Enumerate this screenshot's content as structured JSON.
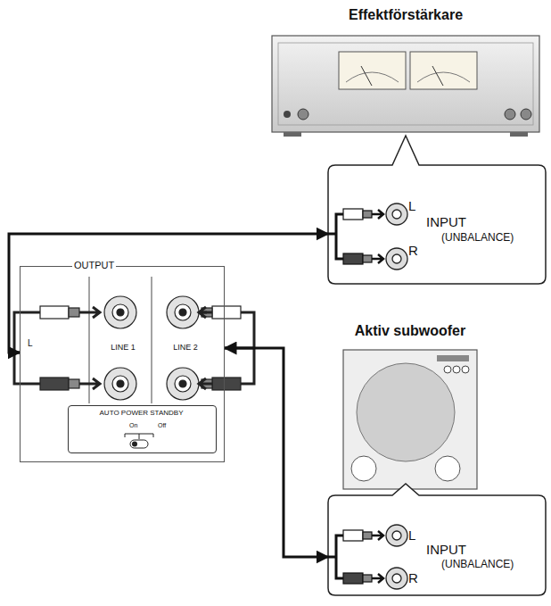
{
  "diagram": {
    "nodes": [
      {
        "text": [
          "Effektförstärkare"
        ]
      },
      {
        "text": [
          "L",
          "R",
          "INPUT",
          "(UNBALANCE)"
        ]
      },
      {
        "text": [
          "Aktiv subwoofer"
        ]
      },
      {
        "text": [
          "L",
          "R",
          "INPUT",
          "(UNBALANCE)"
        ]
      },
      {
        "text": [
          "OUTPUT",
          "L",
          "LINE 1",
          "LINE 2"
        ]
      },
      {
        "text": [
          "AUTO POWER STANDBY",
          "On",
          "Off"
        ],
        "in": 4
      }
    ],
    "edges": [
      {
        "from": 4,
        "to": 1,
        "arrow": "both"
      },
      {
        "from": 4,
        "to": 3,
        "arrow": "both"
      }
    ]
  }
}
